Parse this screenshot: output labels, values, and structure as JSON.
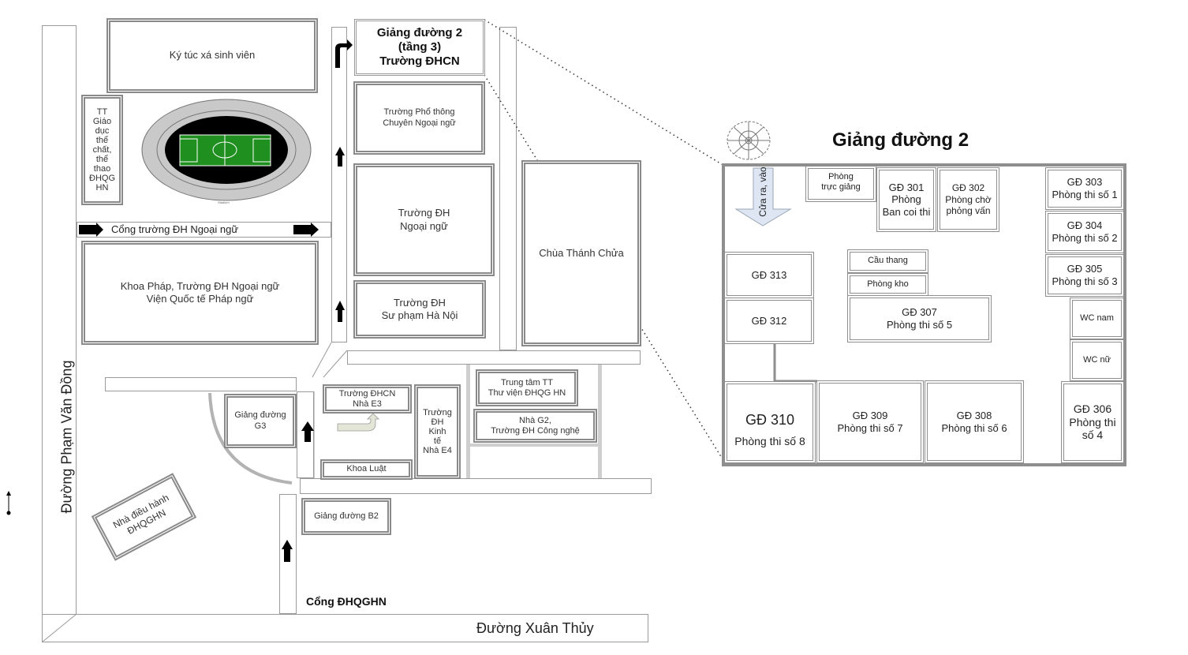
{
  "map": {
    "roads": {
      "pham_van_dong": "Đường Phạm Văn Đồng",
      "xuan_thuy": "Đường Xuân Thủy",
      "gate_ngoai_ngu": "Cổng trường ĐH Ngoại ngữ",
      "gate_dhqghn": "Cổng ĐHQGHN"
    },
    "buildings": {
      "dormitory": "Ký túc xá sinh viên",
      "sports_center": "TT\nGiáo\ndục\nthể\nchất,\nthể\nthao\nĐHQG\nHN",
      "stadium_caption": "Stadium",
      "target": "Giảng đường 2\n(tầng 3)\nTrường ĐHCN",
      "foreign_lang_high_school": "Trường Phổ thông\nChuyên Ngoại ngữ",
      "ulis": "Trường ĐH\nNgoại ngữ",
      "hnue": "Trường ĐH\nSư phạm Hà Nội",
      "church": "Chùa Thánh Chửa",
      "french_dept": "Khoa Pháp, Trường ĐH Ngoại ngữ\nViện Quốc tế Pháp ngữ",
      "g3": "Giảng đường\nG3",
      "e3": "Trường ĐHCN\nNhà E3",
      "e4": "Trường\nĐH\nKinh\ntế\nNhà E4",
      "law": "Khoa Luật",
      "library": "Trung tâm TT\nThư viện ĐHQG HN",
      "g2": "Nhà G2,\nTrường ĐH Công nghệ",
      "b2": "Giảng đường B2",
      "admin": "Nhà điều hành\nĐHQGHN"
    }
  },
  "floor_plan": {
    "title": "Giảng đường 2",
    "entrance": "Cửa ra, vào",
    "rooms": {
      "duty": "Phòng\ntrực giảng",
      "r301": {
        "code": "GĐ 301",
        "name": "Phòng\nBan coi thi"
      },
      "r302": {
        "code": "GĐ 302",
        "name": "Phòng chờ\nphỏng vấn"
      },
      "r303": {
        "code": "GĐ 303",
        "name": "Phòng thi số 1"
      },
      "r304": {
        "code": "GĐ 304",
        "name": "Phòng thi số 2"
      },
      "r305": {
        "code": "GĐ 305",
        "name": "Phòng thi số 3"
      },
      "wc_male": "WC nam",
      "wc_female": "WC nữ",
      "r306": {
        "code": "GĐ 306",
        "name": "Phòng thi\nsố 4"
      },
      "stairs": "Cầu thang",
      "storage": "Phòng kho",
      "r307": {
        "code": "GĐ 307",
        "name": "Phòng thi số 5"
      },
      "r313": {
        "code": "GĐ 313"
      },
      "r312": {
        "code": "GĐ 312"
      },
      "r310": {
        "code": "GĐ 310",
        "name": "Phòng thi số 8"
      },
      "r309": {
        "code": "GĐ 309",
        "name": "Phòng thi số 7"
      },
      "r308": {
        "code": "GĐ 308",
        "name": "Phòng thi số 6"
      }
    }
  }
}
